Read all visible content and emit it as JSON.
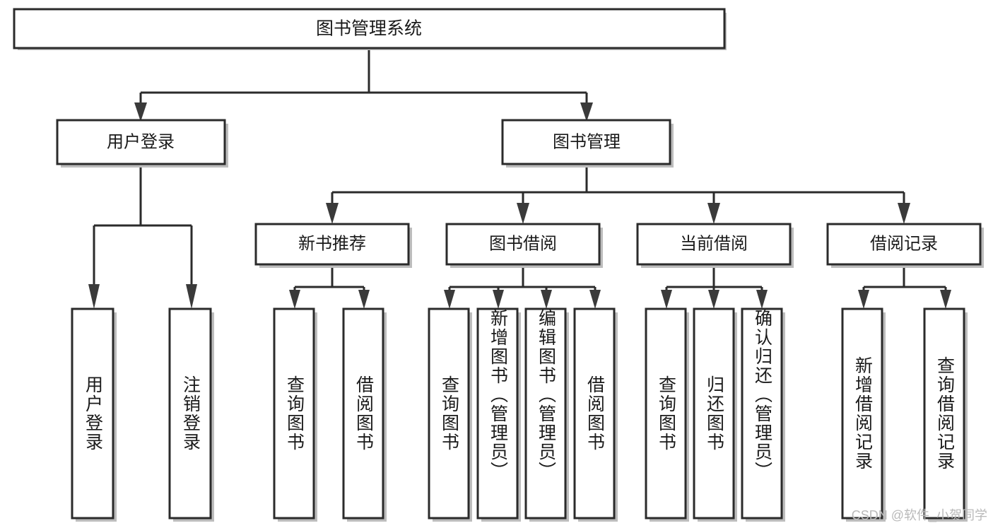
{
  "diagram": {
    "type": "tree",
    "title": "图书管理系统",
    "watermark": "CSDN @软件_小贺同学",
    "colors": {
      "box_stroke": "#2b2b2b",
      "box_fill": "#ffffff",
      "text": "#1a1a1a",
      "shadow": "#bdbdbd",
      "watermark": "#b9b9b9"
    },
    "nodes": {
      "root": {
        "label": "图书管理系统"
      },
      "level2": [
        {
          "id": "user-login",
          "label": "用户登录"
        },
        {
          "id": "book-management",
          "label": "图书管理"
        }
      ],
      "level3": [
        {
          "id": "new-book-recommend",
          "label": "新书推荐"
        },
        {
          "id": "book-borrow",
          "label": "图书借阅"
        },
        {
          "id": "current-borrow",
          "label": "当前借阅"
        },
        {
          "id": "borrow-record",
          "label": "借阅记录"
        }
      ],
      "leaves": [
        {
          "id": "leaf-user-login",
          "label": "用户登录",
          "parent": "user-login"
        },
        {
          "id": "leaf-logout-login",
          "label": "注销登录",
          "parent": "user-login"
        },
        {
          "id": "leaf-query-book-1",
          "label": "查询图书",
          "parent": "new-book-recommend"
        },
        {
          "id": "leaf-borrow-book-1",
          "label": "借阅图书",
          "parent": "new-book-recommend"
        },
        {
          "id": "leaf-query-book-2",
          "label": "查询图书",
          "parent": "book-borrow"
        },
        {
          "id": "leaf-add-book",
          "label": "新增图书（管理员）",
          "parent": "book-borrow"
        },
        {
          "id": "leaf-edit-book",
          "label": "编辑图书（管理员）",
          "parent": "book-borrow"
        },
        {
          "id": "leaf-borrow-book-2",
          "label": "借阅图书",
          "parent": "book-borrow"
        },
        {
          "id": "leaf-query-book-3",
          "label": "查询图书",
          "parent": "current-borrow"
        },
        {
          "id": "leaf-return-book",
          "label": "归还图书",
          "parent": "current-borrow"
        },
        {
          "id": "leaf-confirm-return",
          "label": "确认归还（管理员）",
          "parent": "current-borrow"
        },
        {
          "id": "leaf-add-record",
          "label": "新增借阅记录",
          "parent": "borrow-record"
        },
        {
          "id": "leaf-query-record",
          "label": "查询借阅记录",
          "parent": "borrow-record"
        }
      ]
    }
  }
}
